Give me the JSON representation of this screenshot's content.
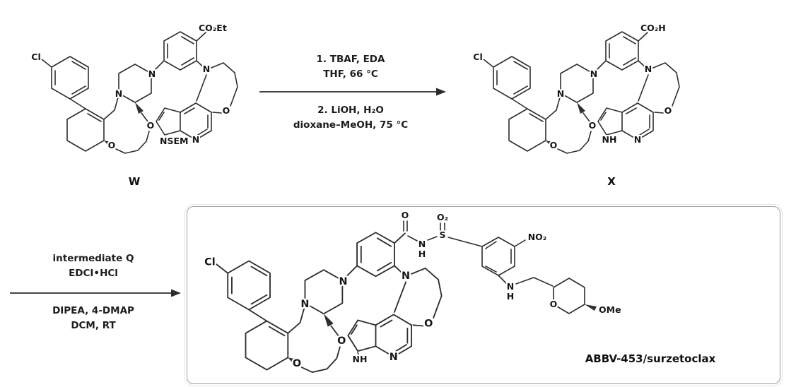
{
  "atoms": {
    "cl": "Cl",
    "n": "N",
    "o": "O"
  },
  "compound_w": {
    "label": "W",
    "top_group": "CO₂Et",
    "pyrrole_group": "NSEM"
  },
  "compound_x": {
    "label": "X",
    "top_group": "CO₂H",
    "pyrrole_group": "NH"
  },
  "step1": {
    "line1": "1. TBAF, EDA",
    "line2": "THF, 66 °C",
    "line3": "2. LiOH, H₂O",
    "line4": "dioxane–MeOH, 75 °C"
  },
  "step2": {
    "line1": "intermediate Q",
    "line2": "EDCI•HCl",
    "line3": "DIPEA, 4-DMAP",
    "line4": "DCM, RT"
  },
  "product": {
    "name": "ABBV-453/surzetoclax",
    "pyrrole_group": "NH",
    "top": {
      "carbonyl_o": "O",
      "amide_n": "N",
      "amide_h": "H",
      "sulfur": "S",
      "sulfonyl_o2": "O₂",
      "nitro": "NO₂"
    },
    "right": {
      "aniline_n": "N",
      "aniline_h": "H",
      "pyran_o": "O",
      "methoxy": "OMe"
    }
  }
}
